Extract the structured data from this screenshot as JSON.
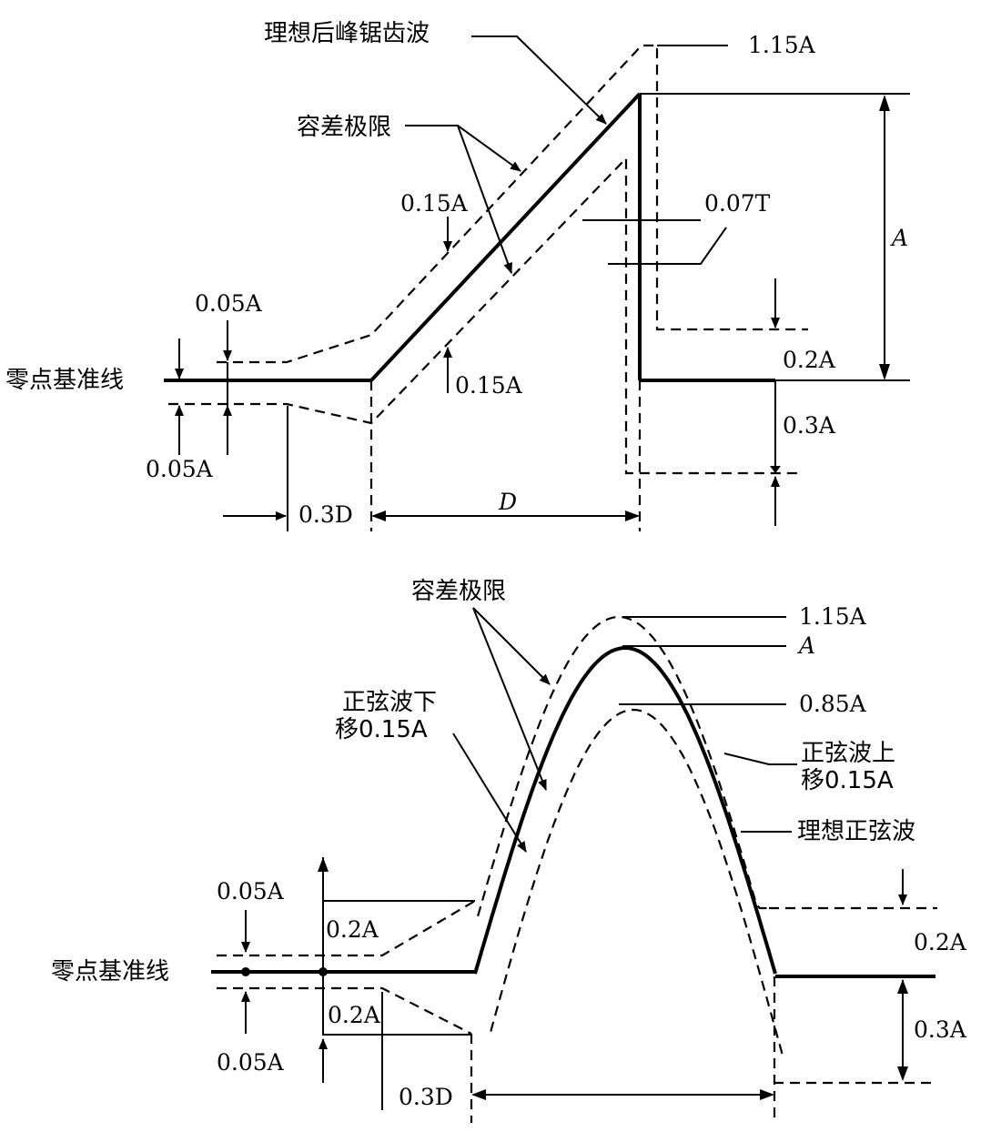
{
  "top": {
    "ideal_wave_label": "理想后峰锯齿波",
    "tolerance_label": "容差极限",
    "zero_line_label": "零点基准线",
    "upper_peak_label": "1.15A",
    "amplitude_label": "A",
    "slope_upper_offset": "0.15A",
    "slope_lower_offset": "0.15A",
    "fall_time_label": "0.07T",
    "baseline_upper_offset": "0.05A",
    "baseline_lower_offset": "0.05A",
    "right_upper_offset": "0.2A",
    "right_lower_offset": "0.3A",
    "pre_duration": "0.3D",
    "duration": "D"
  },
  "bottom": {
    "tolerance_label": "容差极限",
    "zero_line_label": "零点基准线",
    "upper_peak_label": "1.15A",
    "peak_label": "A",
    "lower_peak_label": "0.85A",
    "sine_down_label_1": "正弦波下",
    "sine_down_label_2": "移0.15A",
    "sine_up_label_1": "正弦波上",
    "sine_up_label_2": "移0.15A",
    "ideal_sine_label": "理想正弦波",
    "baseline_upper_offset": "0.05A",
    "baseline_lower_offset": "0.05A",
    "left_upper_offset": "0.2A",
    "left_lower_offset": "0.2A",
    "right_upper_offset": "0.2A",
    "right_lower_offset": "0.3A",
    "pre_duration": "0.3D"
  }
}
